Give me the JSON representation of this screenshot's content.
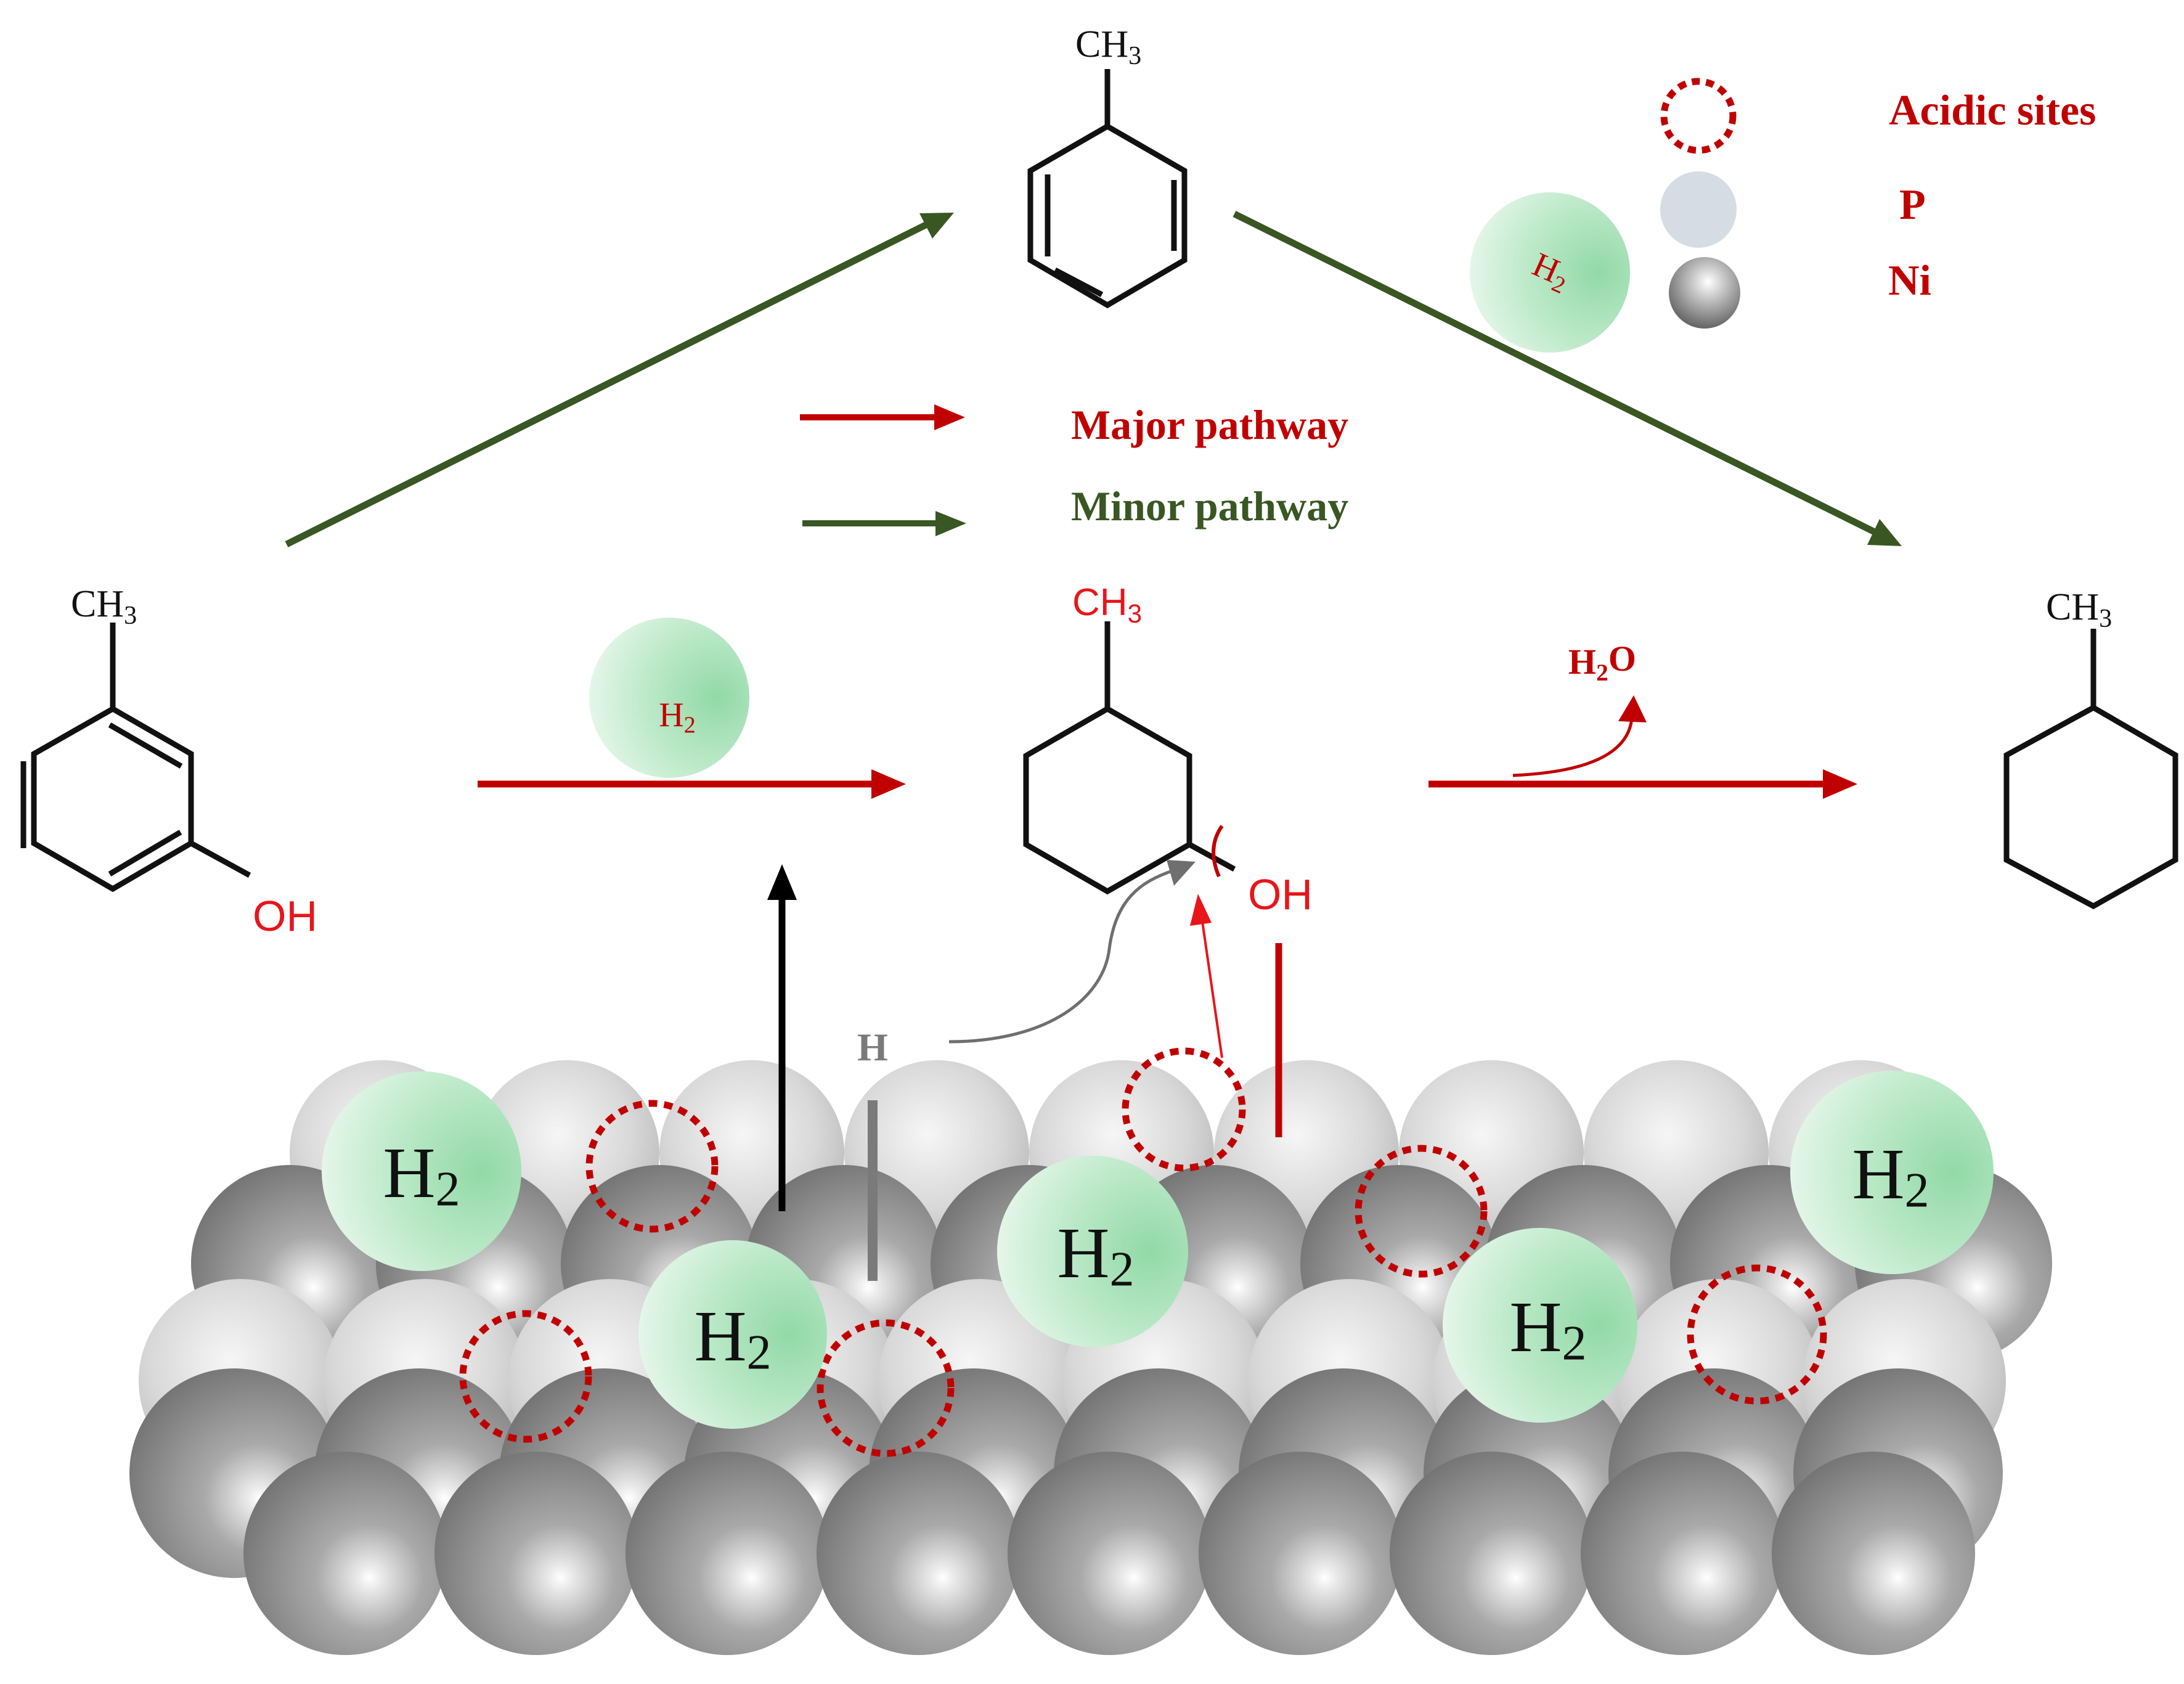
{
  "legend": {
    "acidic_sites": "Acidic sites",
    "p": "P",
    "ni": "Ni",
    "major_pathway": "Major pathway",
    "minor_pathway": "Minor pathway",
    "h2_legend_sphere": "H2"
  },
  "molecules": {
    "toluene_ch3": "CH3",
    "m_cresol_ch3": "CH3",
    "m_cresol_oh": "OH",
    "methylcyclohexanol_ch3": "CH3",
    "methylcyclohexanol_oh": "OH",
    "methylcyclohexane_ch3": "CH3"
  },
  "reaction_labels": {
    "h2_over_arrow": "H2",
    "h2o_release": "H2O",
    "hydrogen_atom": "H"
  },
  "surface": {
    "h2_spheres": [
      "H2",
      "H2",
      "H2",
      "H2",
      "H2"
    ]
  },
  "colors": {
    "major_red": "#c00000",
    "minor_green": "#385723",
    "bright_red": "#e8151b",
    "h2_green_light": "#e2f6e6",
    "h2_green_dark": "#92d9a6",
    "p_sphere": "#d6dce4",
    "gray_arrow": "#6f6f6f"
  }
}
